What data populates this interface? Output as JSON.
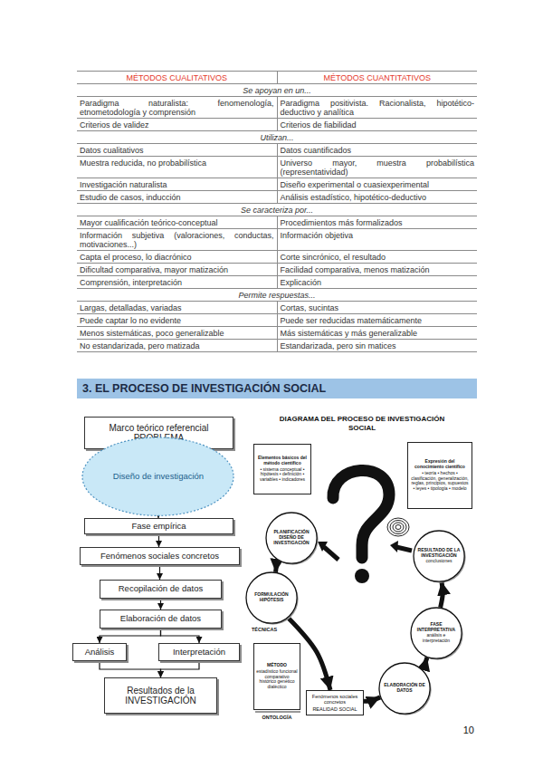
{
  "diagram": {
    "title": "3. EL PROCESO DE INVESTIGACIÓN SOCIAL",
    "nodes": [
      {
        "text": [
          "Marco teórico referencial PROBLEMA"
        ]
      },
      {
        "text": [
          "Diseño de investigación"
        ]
      },
      {
        "text": [
          "Fase empírica"
        ]
      },
      {
        "text": [
          "Fenómenos sociales concretos"
        ]
      },
      {
        "text": [
          "Recopilación de datos"
        ]
      },
      {
        "text": [
          "Elaboración de datos"
        ]
      },
      {
        "text": [
          "Análisis"
        ]
      },
      {
        "text": [
          "Interpretación"
        ]
      },
      {
        "text": [
          "Resultados de la INVESTIGACIÓN"
        ]
      },
      {
        "text": [
          "Elementos básicos del método científico",
          "• sistema conceptual • hipótesis • definición • variables • indicadores"
        ]
      },
      {
        "text": [
          "Expresión del conocimiento científico",
          "• teoría • hechos • clasificación, generalización, reglas, principios, supuestos • leyes • tipología • modelo"
        ]
      },
      {
        "text": [
          "PLANIFICACIÓN DISEÑO DE INVESTIGACIÓN"
        ]
      },
      {
        "text": [
          "RESULTADO DE LA INVESTIGACIÓN",
          "conclusiones"
        ]
      },
      {
        "text": [
          "FORMULACIÓN HIPÓTESIS"
        ]
      },
      {
        "text": [
          "FASE INTERPRETATIVA",
          "análisis e interpretación"
        ]
      },
      {
        "text": [
          "MÉTODO",
          "estadístico funcional comparativo histórico genético dialéctico"
        ]
      },
      {
        "text": [
          "Fenómenos sociales concretos",
          "REALIDAD SOCIAL"
        ]
      },
      {
        "text": [
          "ELABORACIÓN DE DATOS"
        ]
      }
    ],
    "edges": [
      {
        "from": 0,
        "to": 1,
        "arrow": "to"
      },
      {
        "from": 1,
        "to": 2,
        "arrow": "to"
      },
      {
        "from": 2,
        "to": 3,
        "arrow": "to"
      },
      {
        "from": 3,
        "to": 4,
        "arrow": "to"
      },
      {
        "from": 4,
        "to": 5,
        "arrow": "to"
      },
      {
        "from": 5,
        "to": 6,
        "arrow": "to"
      },
      {
        "from": 5,
        "to": 7,
        "arrow": "to"
      },
      {
        "from": 6,
        "to": 8,
        "arrow": "to"
      },
      {
        "from": 7,
        "to": 8,
        "arrow": "to"
      },
      {
        "from": 11,
        "to": 13,
        "arrow": "to"
      },
      {
        "from": 13,
        "to": 16,
        "arrow": "to"
      },
      {
        "from": 16,
        "to": 17,
        "arrow": "to"
      },
      {
        "from": 17,
        "to": 14,
        "arrow": "to"
      },
      {
        "from": 14,
        "to": 12,
        "arrow": "to"
      }
    ],
    "labels": [
      "MÉTODOS CUALITATIVOS",
      "MÉTODOS CUANTITATIVOS",
      "Se apoyan en un...",
      "Paradigma naturalista: fenomenología, etnometodología y comprensión",
      "Paradigma positivista. Racionalista, hipotético-deductivo y analítica",
      "Criterios de validez",
      "Criterios de fiabilidad",
      "Utilizan...",
      "Datos cualitativos",
      "Datos cuantificados",
      "Muestra reducida, no probabilística",
      "Universo mayor, muestra probabilística (representatividad)",
      "Investigación naturalista",
      "Diseño experimental o cuasiexperimental",
      "Estudio de casos, inducción",
      "Análisis estadístico, hipotético-deductivo",
      "Se caracteriza por...",
      "Mayor cualificación teórico-conceptual",
      "Procedimientos más formalizados",
      "Información subjetiva (valoraciones, conductas, motivaciones...)",
      "Información objetiva",
      "Capta el proceso, lo diacrónico",
      "Corte sincrónico, el resultado",
      "Dificultad comparativa, mayor matización",
      "Facilidad comparativa, menos matización",
      "Comprensión, interpretación",
      "Explicación",
      "Permite respuestas...",
      "Largas, detalladas, variadas",
      "Cortas, sucintas",
      "Puede captar lo no evidente",
      "Puede ser reducidas matemáticamente",
      "Menos sistemáticas, poco generalizable",
      "Más sistemáticas y más generalizable",
      "No estandarizada, pero matizada",
      "Estandarizada, pero sin matices",
      "DIAGRAMA DEL PROCESO DE INVESTIGACIÓN SOCIAL",
      "TÉCNICAS",
      "ONTOLOGÍA",
      "10"
    ]
  }
}
